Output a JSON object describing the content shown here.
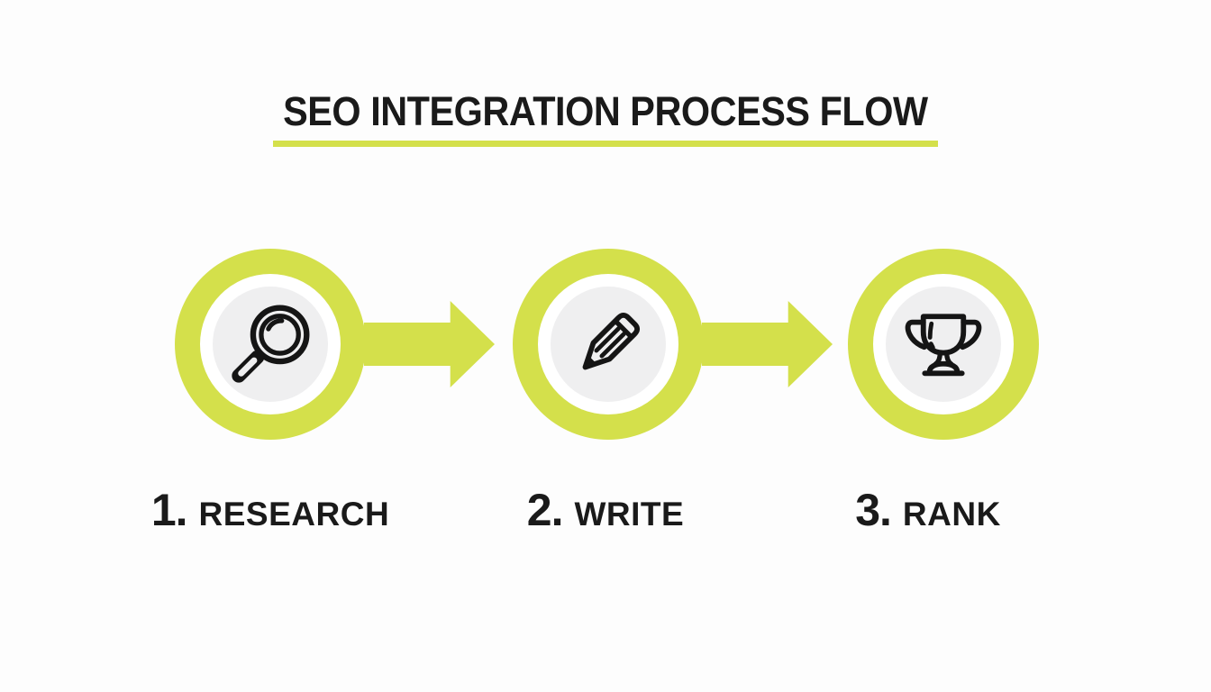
{
  "title": {
    "text": "SEO INTEGRATION PROCESS FLOW"
  },
  "colors": {
    "accent": "#d4e04b",
    "icon_bg": "#efeff0",
    "text": "#1a1a1a",
    "background": "#fdfdfd"
  },
  "steps": [
    {
      "number": "1.",
      "label": "RESEARCH",
      "icon": "magnifier-icon"
    },
    {
      "number": "2.",
      "label": "WRITE",
      "icon": "pencil-icon"
    },
    {
      "number": "3.",
      "label": "RANK",
      "icon": "trophy-icon"
    }
  ],
  "connectors": [
    {
      "icon": "arrow-right-icon"
    },
    {
      "icon": "arrow-right-icon"
    }
  ]
}
